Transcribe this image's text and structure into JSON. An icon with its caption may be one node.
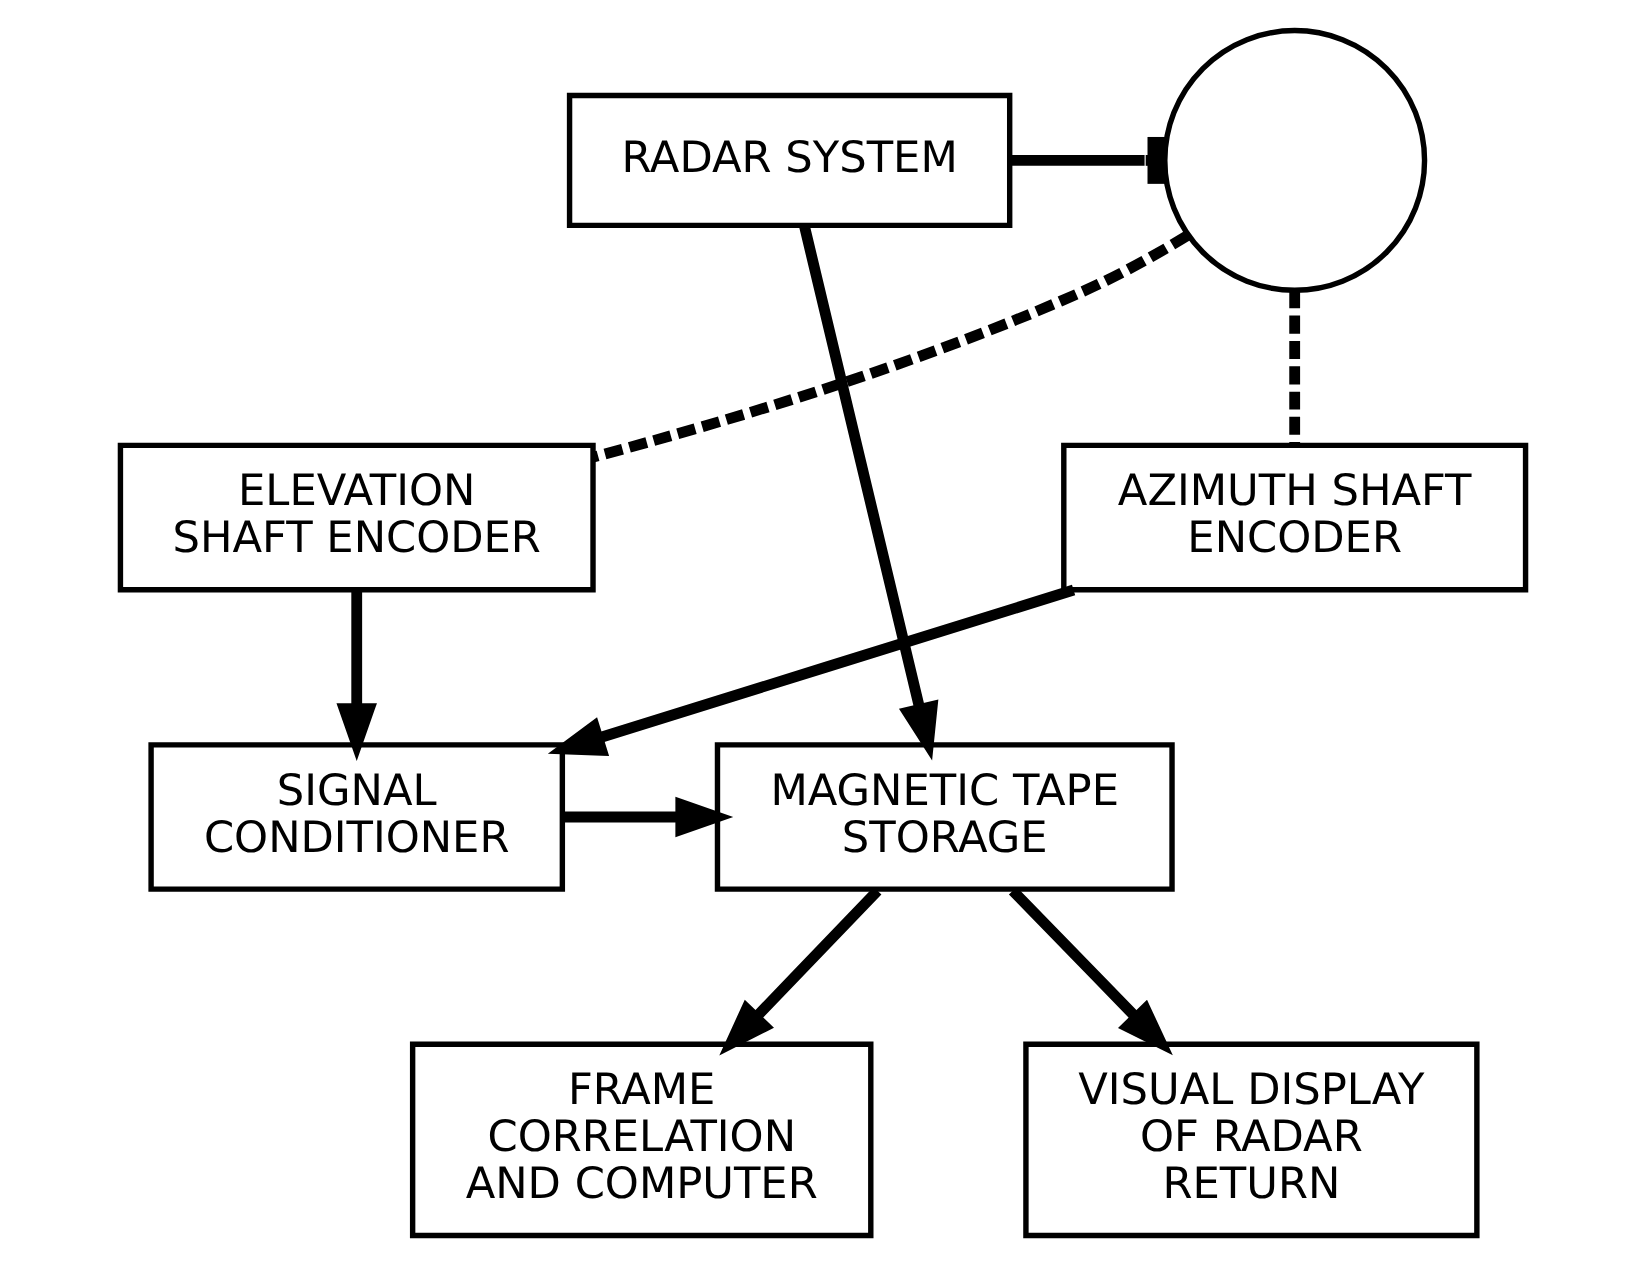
{
  "diagram": {
    "nodes": [
      {
        "text": [
          "RADAR SYSTEM"
        ]
      },
      {
        "text": [],
        "shape": "circle"
      },
      {
        "text": [
          "AZIMUTH SHAFT ENCODER"
        ]
      },
      {
        "text": [
          "ELEVATION SHAFT ENCODER"
        ]
      },
      {
        "text": [
          "MAGNETIC TAPE STORAGE"
        ]
      },
      {
        "text": [
          "SIGNAL CONDITIONER"
        ]
      },
      {
        "text": [
          "FRAME CORRELATION AND COMPUTER"
        ]
      },
      {
        "text": [
          "VISUAL DISPLAY OF RADAR RETURN"
        ]
      }
    ],
    "edges": [
      {
        "from": 0,
        "to": 1,
        "arrow": "other"
      },
      {
        "from": 1,
        "to": 2,
        "arrow": "none",
        "style": "dashed"
      },
      {
        "from": 1,
        "to": 3,
        "arrow": "none",
        "style": "dashed"
      },
      {
        "from": 0,
        "to": 4,
        "arrow": "to"
      },
      {
        "from": 2,
        "to": 5,
        "arrow": "to"
      },
      {
        "from": 3,
        "to": 5,
        "arrow": "to"
      },
      {
        "from": 5,
        "to": 4,
        "arrow": "to"
      },
      {
        "from": 4,
        "to": 6,
        "arrow": "to"
      },
      {
        "from": 4,
        "to": 7,
        "arrow": "to"
      }
    ]
  }
}
